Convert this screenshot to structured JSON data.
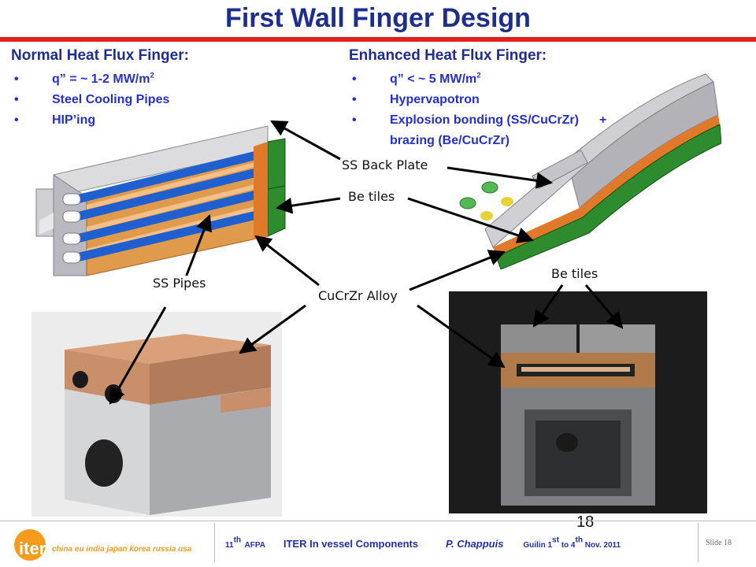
{
  "title": "First Wall Finger Design",
  "normal": {
    "heading": "Normal Heat Flux Finger:",
    "bullets": [
      {
        "pre": "q” = ~ 1-2 MW/m",
        "sup": "2"
      },
      {
        "pre": "Steel Cooling Pipes",
        "sup": ""
      },
      {
        "pre": "HIP’ing",
        "sup": ""
      }
    ]
  },
  "enhanced": {
    "heading": "Enhanced Heat Flux Finger:",
    "bullets": [
      {
        "pre": "q” < ~ 5 MW/m",
        "sup": "2"
      },
      {
        "pre": "Hypervapotron",
        "sup": ""
      },
      {
        "pre": "Explosion bonding (SS/CuCrZr)",
        "sup": "",
        "extra": "+",
        "line2": "brazing (Be/CuCrZr)"
      }
    ]
  },
  "callouts": {
    "ss_back_plate": "SS Back Plate",
    "be_tiles_1": "Be tiles",
    "be_tiles_2": "Be tiles",
    "ss_pipes": "SS Pipes",
    "cucrzr": "CuCrZr Alloy"
  },
  "slide_number": "18",
  "footer": {
    "logo_text": "iter",
    "partners": "china eu india japan korea russia usa",
    "conf_num": "11",
    "conf_sup": "th",
    "conf_name": "AFPA",
    "topic": "ITER In vessel Components",
    "author": "P. Chappuis",
    "place": "Guilin 1",
    "place_sup1": "st",
    "place_mid": " to 4",
    "place_sup2": "th",
    "place_end": " Nov. 2011",
    "slide_label": "Slide 18"
  },
  "colors": {
    "title": "#1f2e8a",
    "bullet": "#2430c8",
    "rule": "#e02020",
    "copper": "#d98a3a",
    "be_green": "#2e8b2e",
    "pipe_blue": "#1f5fd0",
    "steel": "#c8c8cc",
    "logo_orange": "#f29b1d"
  }
}
